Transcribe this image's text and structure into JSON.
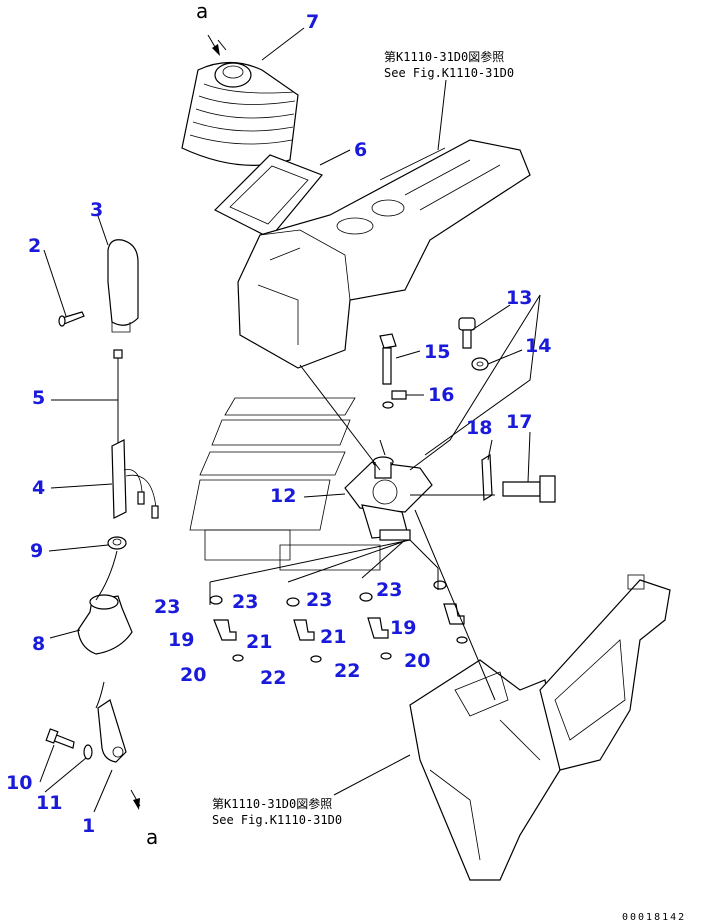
{
  "callouts": {
    "c1": "1",
    "c2": "2",
    "c3": "3",
    "c4": "4",
    "c5": "5",
    "c6": "6",
    "c7": "7",
    "c8": "8",
    "c9": "9",
    "c10": "10",
    "c11": "11",
    "c12": "12",
    "c13": "13",
    "c14": "14",
    "c15": "15",
    "c16": "16",
    "c17": "17",
    "c18": "18",
    "c19a": "19",
    "c19b": "19",
    "c20a": "20",
    "c20b": "20",
    "c21a": "21",
    "c21b": "21",
    "c22a": "22",
    "c22b": "22",
    "c23a": "23",
    "c23b": "23",
    "c23c": "23",
    "c23d": "23"
  },
  "references": {
    "top_jp": "第K1110-31D0図参照",
    "top_en": "See Fig.K1110-31D0",
    "bottom_jp": "第K1110-31D0図参照",
    "bottom_en": "See Fig.K1110-31D0"
  },
  "markers": {
    "top": "a",
    "bottom": "a"
  },
  "document_id": "00018142",
  "colors": {
    "callout": "#1a1adb",
    "line": "#000000"
  }
}
